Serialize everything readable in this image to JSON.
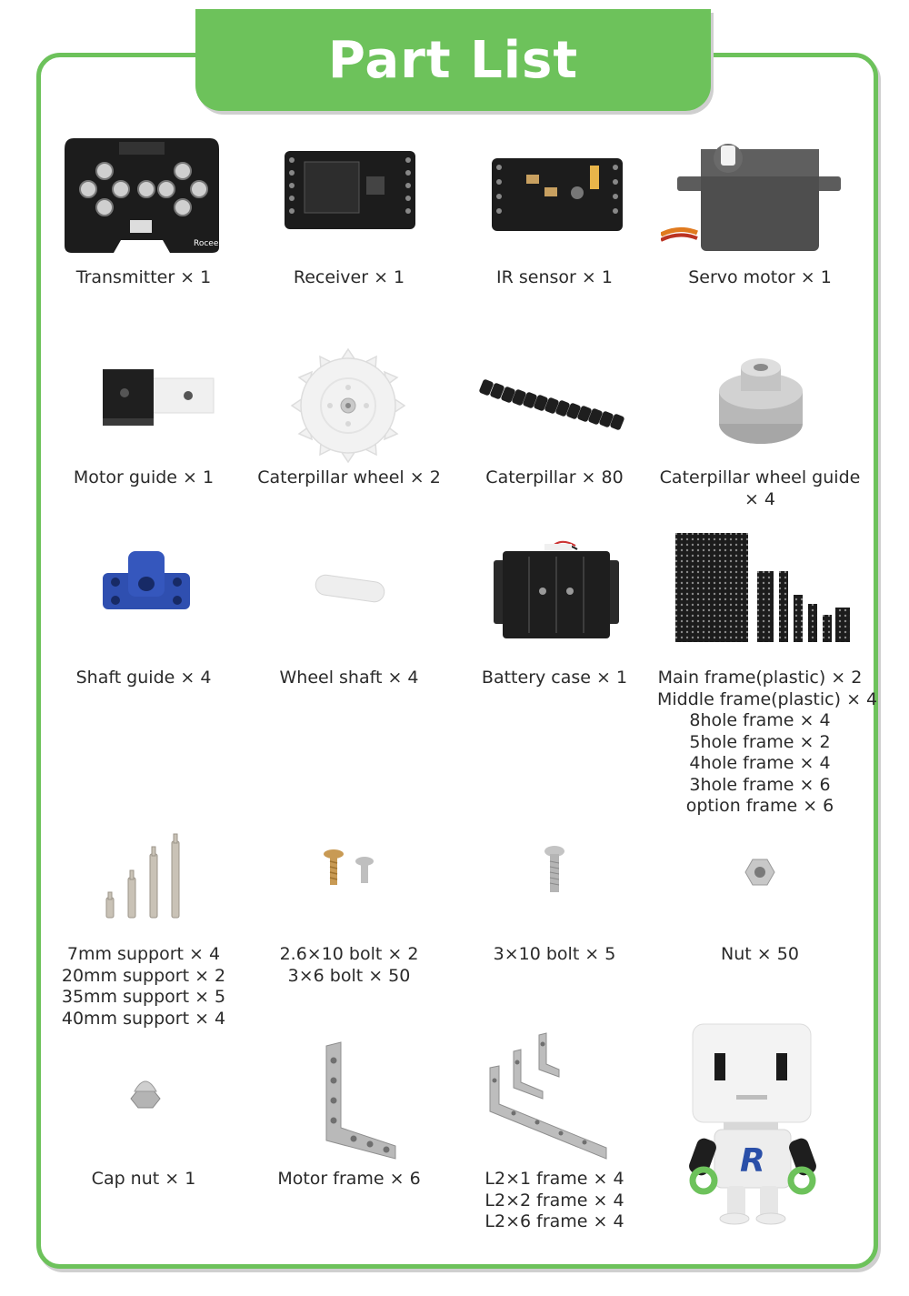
{
  "header": {
    "title": "Part List"
  },
  "colors": {
    "accent": "#6dc25b",
    "board": "#1c1c1c",
    "shadow": "#cfcfcf"
  },
  "parts": [
    {
      "icon": "transmitter-board-icon",
      "labels": [
        "Transmitter × 1"
      ]
    },
    {
      "icon": "receiver-board-icon",
      "labels": [
        "Receiver × 1"
      ]
    },
    {
      "icon": "ir-sensor-board-icon",
      "labels": [
        "IR sensor × 1"
      ]
    },
    {
      "icon": "servo-motor-icon",
      "labels": [
        "Servo motor × 1"
      ]
    },
    {
      "icon": "motor-guide-icon",
      "labels": [
        "Motor guide × 1"
      ]
    },
    {
      "icon": "caterpillar-wheel-icon",
      "labels": [
        "Caterpillar wheel × 2"
      ]
    },
    {
      "icon": "caterpillar-track-icon",
      "labels": [
        "Caterpillar × 80"
      ]
    },
    {
      "icon": "wheel-guide-icon",
      "labels": [
        "Caterpillar wheel guide",
        "× 4"
      ]
    },
    {
      "icon": "shaft-guide-icon",
      "labels": [
        "Shaft guide × 4"
      ]
    },
    {
      "icon": "wheel-shaft-icon",
      "labels": [
        "Wheel shaft × 4"
      ]
    },
    {
      "icon": "battery-case-icon",
      "labels": [
        "Battery case × 1"
      ]
    },
    {
      "icon": "frames-icon",
      "labels": [
        "Main frame(plastic) × 2",
        "Middle frame(plastic) × 4",
        "8hole frame × 4",
        "5hole frame × 2",
        "4hole frame × 4",
        "3hole frame × 6",
        "option frame × 6"
      ]
    },
    {
      "icon": "support-icon",
      "labels": [
        "7mm support × 4",
        "20mm support × 2",
        "35mm support × 5",
        "40mm support × 4"
      ]
    },
    {
      "icon": "bolts-icon",
      "labels": [
        "2.6×10 bolt × 2",
        "3×6 bolt × 50"
      ]
    },
    {
      "icon": "bolt-icon",
      "labels": [
        "3×10 bolt × 5"
      ]
    },
    {
      "icon": "nut-icon",
      "labels": [
        "Nut × 50"
      ]
    },
    {
      "icon": "cap-nut-icon",
      "labels": [
        "Cap nut × 1"
      ]
    },
    {
      "icon": "motor-frame-icon",
      "labels": [
        "Motor frame × 6"
      ]
    },
    {
      "icon": "l-frame-icon",
      "labels": [
        "L2×1 frame × 4",
        "L2×2 frame × 4",
        "L2×6 frame × 4"
      ]
    }
  ],
  "mascot": {
    "letter": "R"
  }
}
